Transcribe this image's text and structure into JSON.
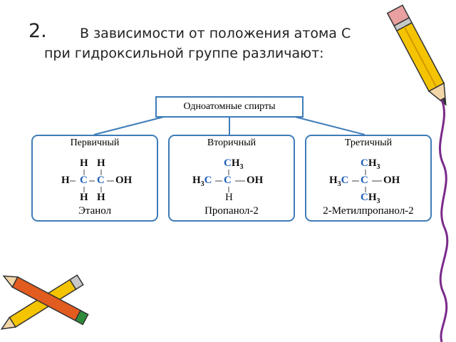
{
  "slide": {
    "number": "2.",
    "title_line1": "В зависимости от положения атома С",
    "title_line2": "при гидроксильной группе различают:",
    "colors": {
      "border": "#3e7cb8",
      "carbon_highlight": "#1f5fb6",
      "pencil_yellow": "#f5c400"
    },
    "icons": [
      "pencil-icon",
      "crossed-pencils-icon"
    ]
  },
  "diagram": {
    "root": "Одноатомные спирты",
    "branches": [
      {
        "title": "Первичный",
        "name": "Этанол",
        "top_labels": [
          "H",
          "H"
        ],
        "middle": [
          "H",
          "C",
          "C",
          "OH"
        ],
        "bottom_labels": [
          "H",
          "H"
        ]
      },
      {
        "title": "Вторичный",
        "name": "Пропанол-2",
        "top": "CH3",
        "middle_left": "H3C",
        "middle_carbon": "C",
        "middle_right": "OH",
        "bottom": "H"
      },
      {
        "title": "Третичный",
        "name": "2-Метилпропанол-2",
        "top": "CH3",
        "middle_left": "H3C",
        "middle_carbon": "C",
        "middle_right": "OH",
        "bottom": "CH3"
      }
    ]
  }
}
